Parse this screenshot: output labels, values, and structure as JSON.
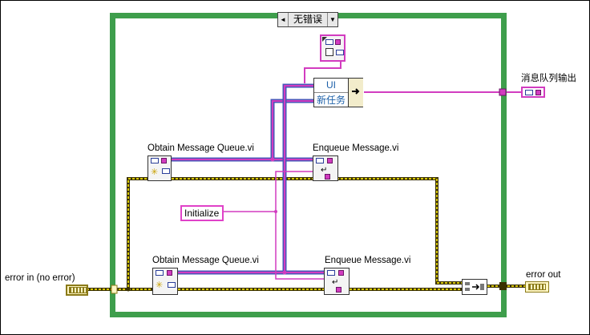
{
  "case_structure": {
    "selector_label": "无错误",
    "left_arrow": "◄",
    "right_arrow": "▼"
  },
  "labels": {
    "obtain_top": "Obtain Message Queue.vi",
    "enqueue_top": "Enqueue Message.vi",
    "obtain_bottom": "Obtain Message Queue.vi",
    "enqueue_bottom": "Enqueue Message.vi",
    "error_in": "error in (no error)",
    "error_out": "error out",
    "queue_out": "消息队列输出"
  },
  "constants": {
    "initialize": "Initialize"
  },
  "bundle": {
    "line1": "UI",
    "line2": "新任务"
  },
  "colors": {
    "case_border": "#3e9e4c",
    "queue_wire": "#d23cc0",
    "queue_wire_dark": "#4a55b8",
    "error_wire": "#c8b400",
    "error_wire_dark": "#3a3000"
  }
}
